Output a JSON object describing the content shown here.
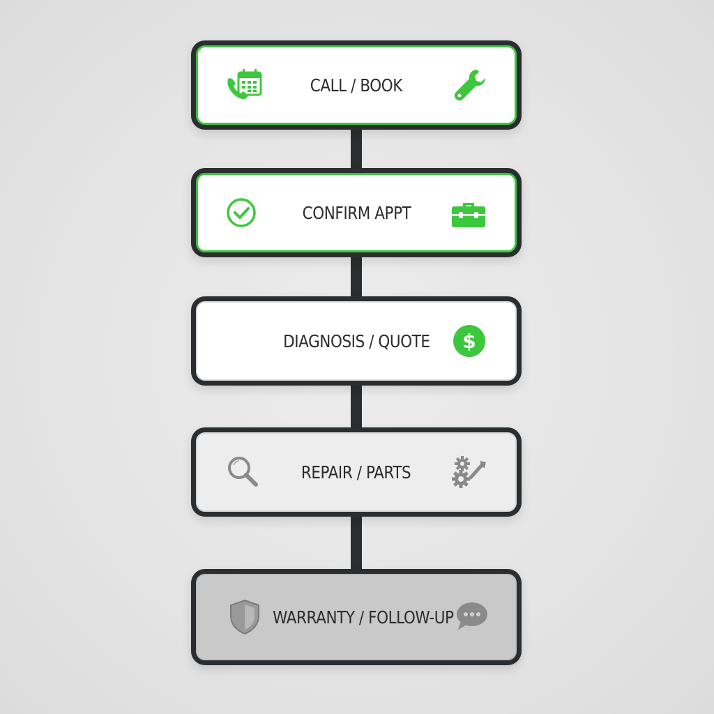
{
  "colors": {
    "accent": "#3cc83c",
    "frame": "#2a2e31",
    "text": "#2b2b2b",
    "muted_icon": "#8a8a8a"
  },
  "steps": [
    {
      "label": "CALL / BOOK",
      "state": "active",
      "left_icon": "phone-calendar-icon",
      "right_icon": "wrench-icon"
    },
    {
      "label": "CONFIRM APPT",
      "state": "active",
      "left_icon": "check-circle-icon",
      "right_icon": "toolbox-icon"
    },
    {
      "label": "DIAGNOSIS / QUOTE",
      "state": "plain",
      "left_icon": "",
      "right_icon": "dollar-coin-icon"
    },
    {
      "label": "REPAIR / PARTS",
      "state": "muted",
      "left_icon": "magnifier-icon",
      "right_icon": "gears-wrench-icon"
    },
    {
      "label": "WARRANTY / FOLLOW-UP",
      "state": "dim",
      "left_icon": "shield-icon",
      "right_icon": "chat-bubble-icon"
    }
  ]
}
